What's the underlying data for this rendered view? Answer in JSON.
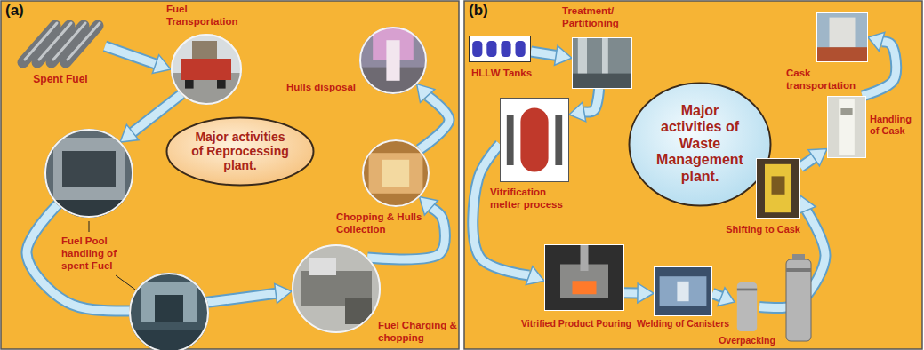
{
  "diagram": {
    "nodes": [
      {
        "text": [
          "Spent Fuel"
        ]
      },
      {
        "text": [
          "Fuel Transportation"
        ]
      },
      {
        "text": [
          "Hulls disposal"
        ]
      },
      {
        "text": [
          "Major activities of Reprocessing plant."
        ]
      },
      {
        "text": [
          "Chopping & Hulls Collection"
        ]
      },
      {
        "text": [
          "Fuel Pool handling of spent Fuel"
        ]
      },
      {
        "text": [
          "Fuel Charging & chopping"
        ]
      },
      {
        "text": [
          "Treatment/ Partitioning"
        ]
      },
      {
        "text": [
          "Cask transportation"
        ]
      },
      {
        "text": [
          "HLLW Tanks"
        ]
      },
      {
        "text": [
          "Handling of Cask"
        ]
      },
      {
        "text": [
          "Vitrification melter process"
        ]
      },
      {
        "text": [
          "Major activities of Waste Management plant."
        ]
      },
      {
        "text": [
          "Shifting to Cask"
        ]
      },
      {
        "text": [
          "Vitrified Product Pouring"
        ]
      },
      {
        "text": [
          "Welding of Canisters"
        ]
      },
      {
        "text": [
          "Overpacking"
        ]
      }
    ],
    "edges": [
      {
        "from": 0,
        "to": 1,
        "arrow": "to"
      },
      {
        "from": 1,
        "to": 5,
        "arrow": "to"
      },
      {
        "from": 5,
        "to": 6,
        "arrow": "to"
      },
      {
        "from": 6,
        "to": 4,
        "arrow": "to"
      },
      {
        "from": 4,
        "to": 2,
        "arrow": "to"
      },
      {
        "from": 9,
        "to": 7,
        "arrow": "to"
      },
      {
        "from": 7,
        "to": 11,
        "arrow": "to"
      },
      {
        "from": 11,
        "to": 14,
        "arrow": "to"
      },
      {
        "from": 14,
        "to": 15,
        "arrow": "to"
      },
      {
        "from": 15,
        "to": 16,
        "arrow": "to"
      },
      {
        "from": 16,
        "to": 13,
        "arrow": "to"
      },
      {
        "from": 13,
        "to": 10,
        "arrow": "to"
      },
      {
        "from": 10,
        "to": 8,
        "arrow": "to"
      }
    ],
    "labels": [
      "(a)",
      "(b)"
    ]
  }
}
